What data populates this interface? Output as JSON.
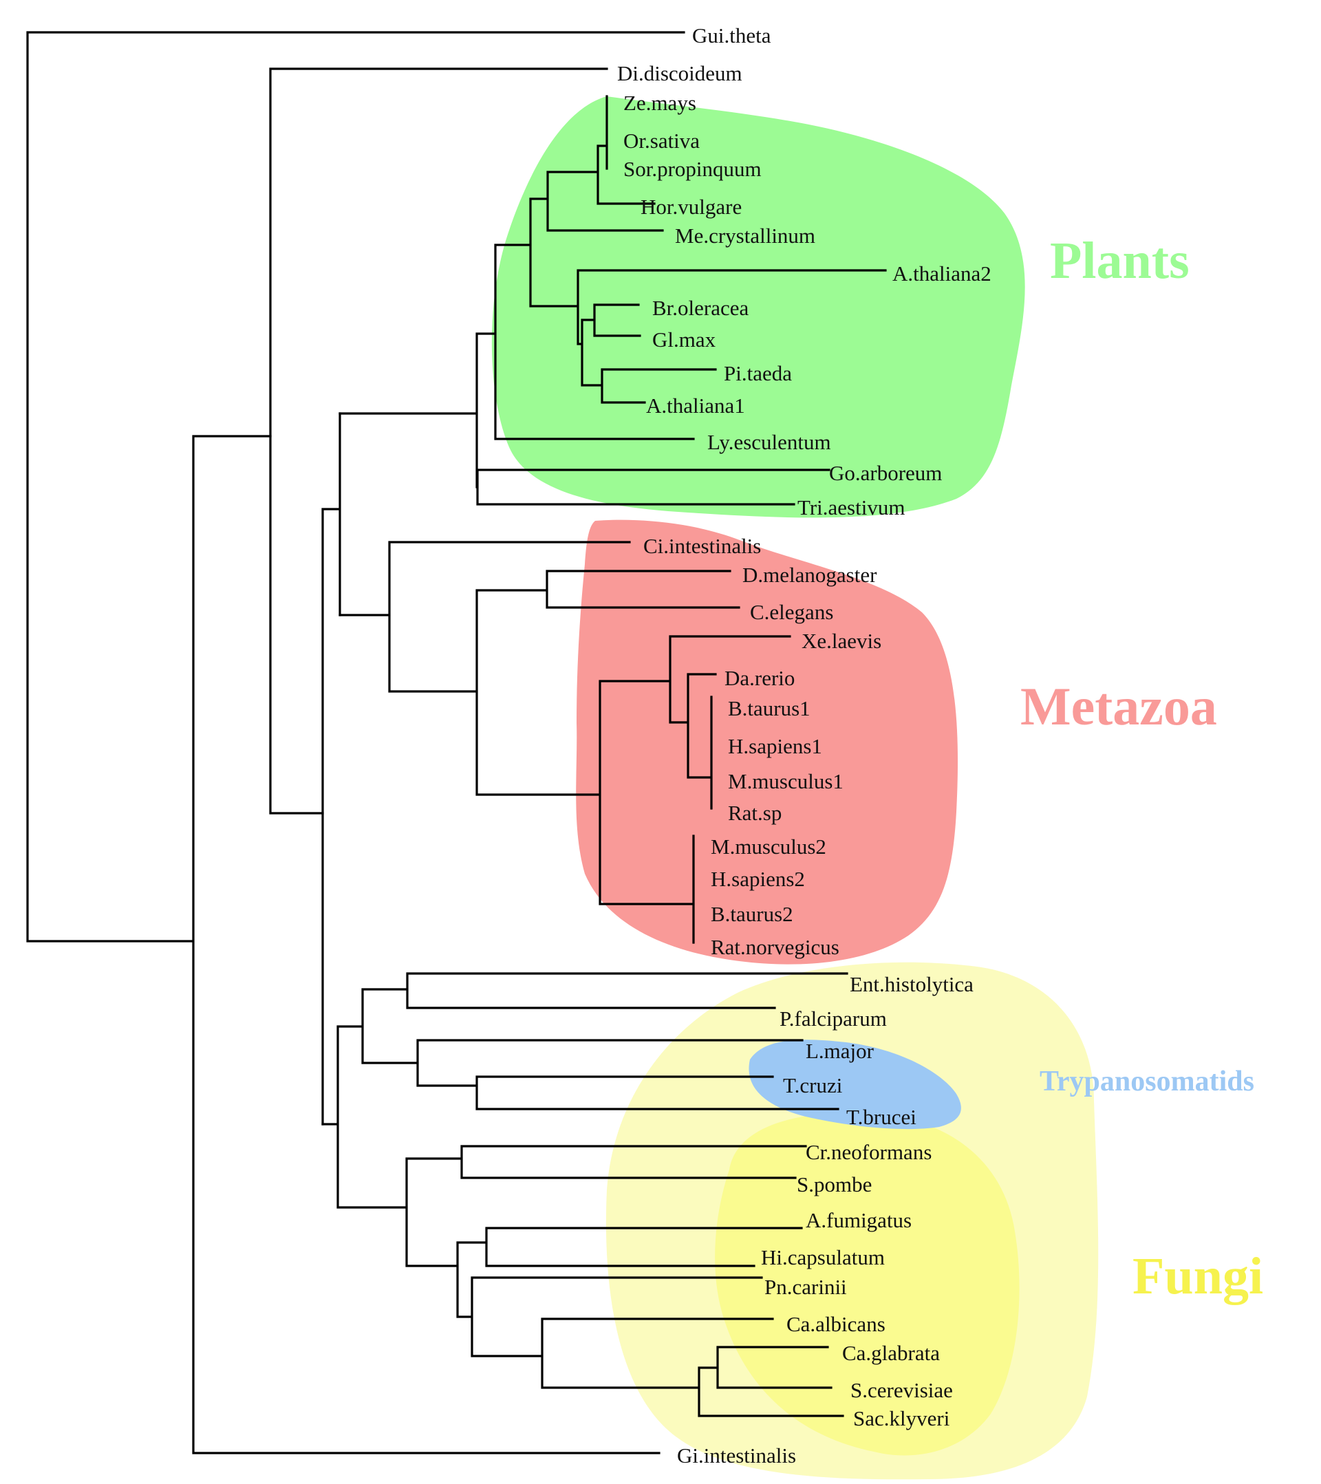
{
  "diagram": {
    "type": "phylogenetic-tree",
    "colors": {
      "plants": "#9cfb94",
      "metazoa": "#f99a98",
      "trypanosomatids": "#9cc8f4",
      "fungi_outer": "#fbfbbe",
      "fungi_inner": "#fafb90",
      "fungi_label": "#f6f24e",
      "branch": "#000000"
    },
    "groups": {
      "plants": "Plants",
      "metazoa": "Metazoa",
      "trypanosomatids": "Trypanosomatids",
      "fungi": "Fungi"
    },
    "taxa": {
      "gui_theta": "Gui.theta",
      "di_discoideum": "Di.discoideum",
      "ze_mays": "Ze.mays",
      "or_sativa": "Or.sativa",
      "sor_propinquum": "Sor.propinquum",
      "hor_vulgare": "Hor.vulgare",
      "me_crystallinum": "Me.crystallinum",
      "a_thaliana2": "A.thaliana2",
      "br_oleracea": "Br.oleracea",
      "gl_max": "Gl.max",
      "pi_taeda": "Pi.taeda",
      "a_thaliana1": "A.thaliana1",
      "ly_esculentum": "Ly.esculentum",
      "go_arboreum": "Go.arboreum",
      "tri_aestivum": "Tri.aestivum",
      "ci_intestinalis": "Ci.intestinalis",
      "d_melanogaster": "D.melanogaster",
      "c_elegans": "C.elegans",
      "xe_laevis": "Xe.laevis",
      "da_rerio": "Da.rerio",
      "b_taurus1": "B.taurus1",
      "h_sapiens1": "H.sapiens1",
      "m_musculus1": "M.musculus1",
      "rat_sp": "Rat.sp",
      "m_musculus2": "M.musculus2",
      "h_sapiens2": "H.sapiens2",
      "b_taurus2": "B.taurus2",
      "rat_norvegicus": "Rat.norvegicus",
      "ent_histolytica": "Ent.histolytica",
      "p_falciparum": "P.falciparum",
      "l_major": "L.major",
      "t_cruzi": "T.cruzi",
      "t_brucei": "T.brucei",
      "cr_neoformans": "Cr.neoformans",
      "s_pombe": "S.pombe",
      "a_fumigatus": "A.fumigatus",
      "hi_capsulatum": "Hi.capsulatum",
      "pn_carinii": "Pn.carinii",
      "ca_albicans": "Ca.albicans",
      "ca_glabrata": "Ca.glabrata",
      "s_cerevisiae": "S.cerevisiae",
      "sac_klyveri": "Sac.klyveri",
      "gi_intestinalis": "Gi.intestinalis"
    }
  }
}
